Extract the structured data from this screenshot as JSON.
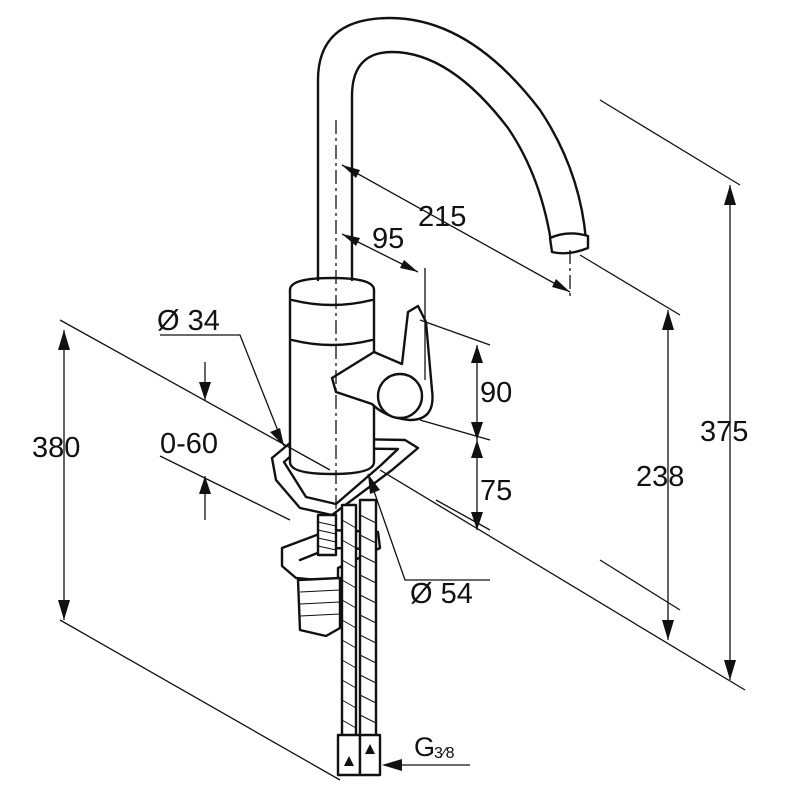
{
  "dimensions": {
    "spout_reach": "215",
    "handle_offset": "95",
    "body_diameter": "Ø 34",
    "base_diameter": "Ø 54",
    "deck_thickness": "0-60",
    "total_depth": "380",
    "lever_height": "90",
    "body_height": "75",
    "outlet_height": "238",
    "total_height": "375",
    "thread": "G",
    "thread_fraction": "3⁄8"
  },
  "icons": [
    "faucet-drawing",
    "dimension-arrow-icon",
    "flow-arrow-icon"
  ],
  "colors": {
    "line": "#111111",
    "background": "#ffffff"
  }
}
